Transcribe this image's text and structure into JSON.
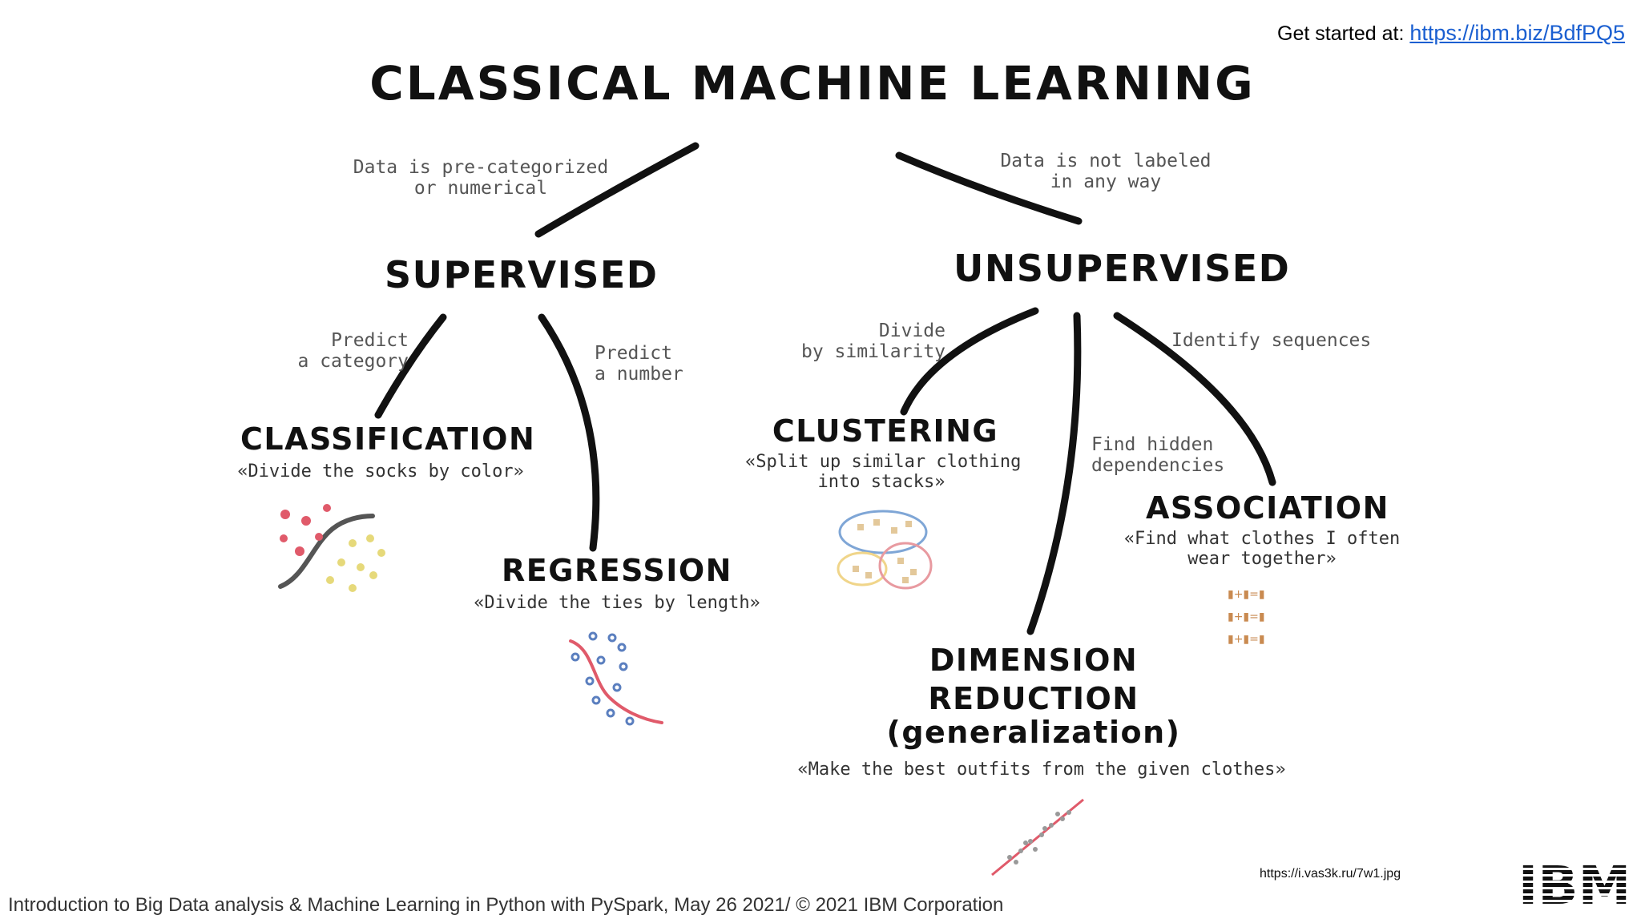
{
  "header": {
    "get_started_label": "Get started at: ",
    "get_started_link": "https://ibm.biz/BdfPQ5"
  },
  "title": "CLASSICAL MACHINE LEARNING",
  "branches": {
    "supervised_note": "Data is pre-categorized\nor numerical",
    "unsupervised_note": "Data is not labeled\nin any way"
  },
  "supervised": {
    "label": "SUPERVISED",
    "classification_note": "Predict\na category",
    "regression_note": "Predict\na number",
    "classification": {
      "label": "CLASSIFICATION",
      "example": "«Divide the socks by color»"
    },
    "regression": {
      "label": "REGRESSION",
      "example": "«Divide the ties by length»"
    }
  },
  "unsupervised": {
    "label": "UNSUPERVISED",
    "clustering_note": "Divide\nby similarity",
    "dimension_note": "Find hidden\ndependencies",
    "association_note": "Identify sequences",
    "clustering": {
      "label": "CLUSTERING",
      "example": "«Split up similar clothing\ninto stacks»"
    },
    "association": {
      "label": "ASSOCIATION",
      "example": "«Find what clothes I often\nwear together»"
    },
    "dimension": {
      "label_line1": "DIMENSION",
      "label_line2": "REDUCTION",
      "label_line3": "(generalization)",
      "example": "«Make the best outfits from the given clothes»"
    }
  },
  "footer": {
    "text": "Introduction to Big Data analysis & Machine Learning in Python with PySpark, May 26 2021/ © 2021 IBM Corporation",
    "source": "https://i.vas3k.ru/7w1.jpg",
    "logo": "IBM"
  },
  "colors": {
    "link": "#1a5fd1",
    "ink": "#111111",
    "note": "#555555",
    "red": "#e05a6a",
    "yellow": "#e6d97a",
    "blue": "#7fa6d6",
    "cluster_yellow": "#f0d58a",
    "cluster_red": "#e89aa0"
  }
}
